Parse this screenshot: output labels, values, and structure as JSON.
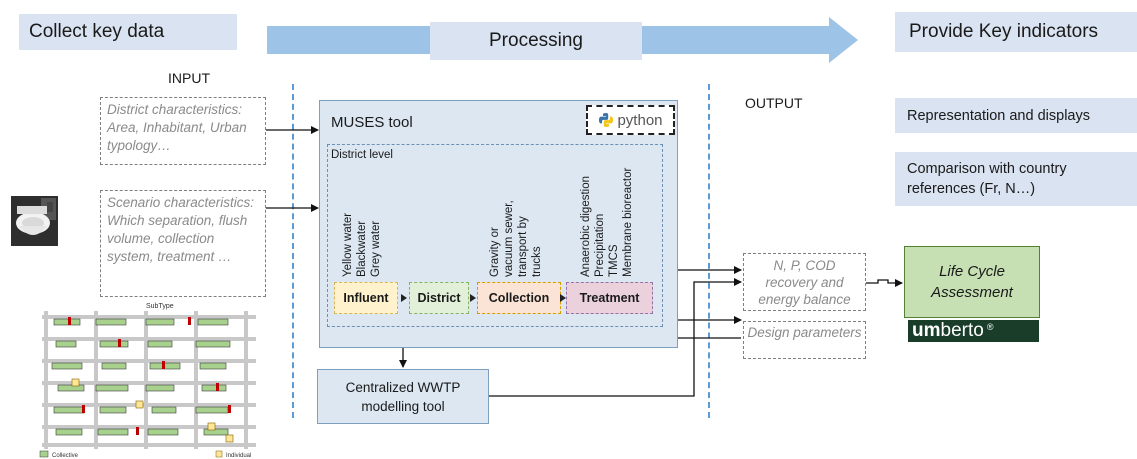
{
  "header": {
    "collect": "Collect key data",
    "processing": "Processing",
    "provide": "Provide Key indicators"
  },
  "labels": {
    "input": "INPUT",
    "output": "OUTPUT"
  },
  "inputs": {
    "district_characteristics": "District characteristics: Area, Inhabitant, Urban typology…",
    "scenario_characteristics": "Scenario characteristics: Which separation, flush volume, collection system, treatment …"
  },
  "muses": {
    "title": "MUSES tool",
    "python": "python",
    "district_level": "District level",
    "influent_items": [
      "Yellow water",
      "Blackwater",
      "Grey water"
    ],
    "collection_items": [
      "Gravity or",
      "vacuum sewer,",
      "transport by",
      "trucks"
    ],
    "treatment_items": [
      "Anaerobic digestion",
      "Precipitation",
      "TMCS",
      "Membrane bioreactor"
    ],
    "stages": [
      "Influent",
      "District",
      "Collection",
      "Treatment"
    ]
  },
  "wwtp": {
    "line1": "Centralized WWTP",
    "line2": "modelling tool"
  },
  "outputs": {
    "representation": "Representation and displays",
    "comparison_line1": "Comparison with country",
    "comparison_line2": "references (Fr, N…)",
    "npcod": "N, P, COD recovery and energy balance",
    "design": "Design parameters"
  },
  "lca": {
    "line1": "Life Cycle",
    "line2": "Assessment",
    "umberto_bold": "um",
    "umberto_rest": "berto",
    "umberto_reg": "®"
  },
  "map": {
    "title": "SubType",
    "legend_collective": "Collective",
    "legend_individual": "Individual"
  },
  "colors": {
    "header_bg": "#dae3f1",
    "arrow": "#9dc3e6",
    "muses_bg": "#dce7f2",
    "lca_bg": "#c6e0b4",
    "divider": "#5b9bd5"
  }
}
